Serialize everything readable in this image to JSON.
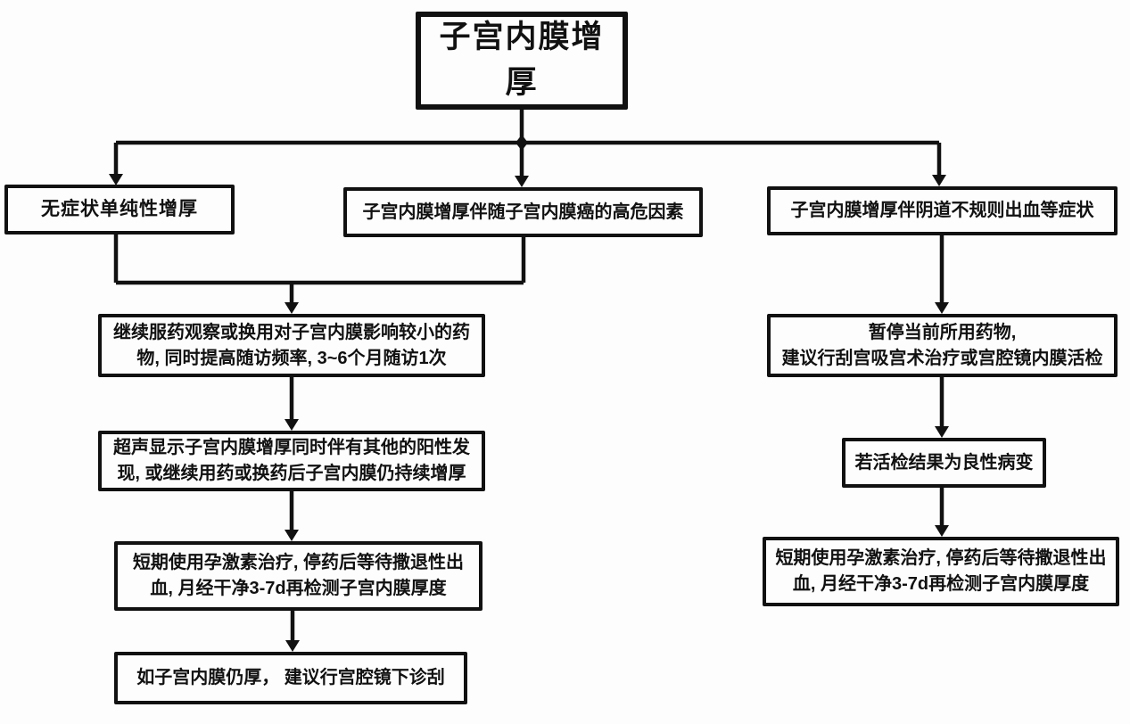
{
  "diagram": {
    "type": "flowchart",
    "colors": {
      "background": "#fdfdfd",
      "line": "#111111",
      "box_border": "#111111",
      "text": "#111111"
    },
    "nodes": {
      "root": "子宫内膜增厚",
      "branch_left": "无症状单纯性增厚",
      "branch_middle": "子宫内膜增厚伴随子宫内膜癌的高危因素",
      "branch_right": "子宫内膜增厚伴阴道不规则出血等症状",
      "continue_meds": "继续服药观察或换用对子宫内膜影响较小的药\n物, 同时提高随访频率, 3~6个月随访1次",
      "ultrasound": "超声显示子宫内膜增厚同时伴有其他的阳性发\n现, 或继续用药或换药后子宫内膜仍持续增厚",
      "progestin_left": "短期使用孕激素治疗, 停药后等待撒退性出\n血, 月经干净3-7d再检测子宫内膜厚度",
      "curettage": "如子宫内膜仍厚， 建议行宫腔镜下诊刮",
      "stop_meds": "暂停当前所用药物,\n建议行刮宫吸宫术治疗或宫腔镜内膜活检",
      "benign": "若活检结果为良性病变",
      "progestin_right": "短期使用孕激素治疗, 停药后等待撒退性出\n血, 月经干净3-7d再检测子宫内膜厚度"
    }
  }
}
